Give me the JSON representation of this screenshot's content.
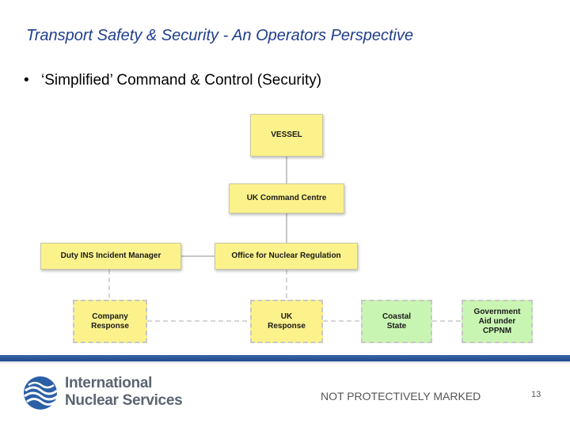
{
  "slide": {
    "title": "Transport Safety & Security - An Operators Perspective",
    "bullet_symbol": "•",
    "bullet": "‘Simplified’ Command & Control (Security)"
  },
  "diagram": {
    "nodes": {
      "vessel": "VESSEL",
      "uk_command_centre": "UK Command Centre",
      "duty_ins": "Duty INS Incident Manager",
      "onr": "Office for Nuclear Regulation",
      "company_response": [
        "Company",
        "Response"
      ],
      "uk_response": [
        "UK",
        "Response"
      ],
      "coastal_state": [
        "Coastal",
        "State"
      ],
      "government_aid": [
        "Government",
        "Aid under",
        "CPPNM"
      ]
    },
    "colors": {
      "node_fill": "#fcf28c",
      "green_fill": "#c9f5b3",
      "solid_line": "#b4b4b4",
      "dashed_line": "#c8c8c8"
    }
  },
  "footer": {
    "logo_line1": "International",
    "logo_line2": "Nuclear Services",
    "marking": "NOT PROTECTIVELY MARKED",
    "page_number": "13",
    "bar_color": "#2a5599"
  }
}
